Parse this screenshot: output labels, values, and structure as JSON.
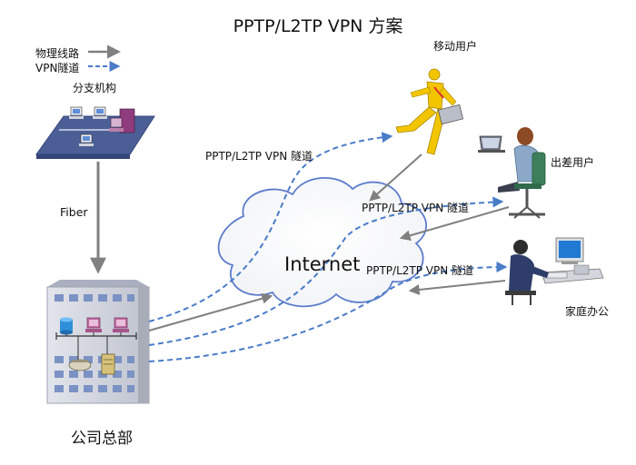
{
  "title": "PPTP/L2TP VPN 方案",
  "legend": {
    "physical_line": "物理线路",
    "vpn_tunnel": "VPN隧道"
  },
  "nodes": {
    "branch": "分支机构",
    "mobile_user": "移动用户",
    "business_traveler": "出差用户",
    "home_office": "家庭办公",
    "headquarters": "公司总部",
    "internet": "Internet"
  },
  "links": {
    "fiber": "Fiber",
    "tunnel_mobile": "PPTP/L2TP VPN 隧道",
    "tunnel_traveler": "PPTP/L2TP VPN 隧道",
    "tunnel_home": "PPTP/L2TP VPN 隧道"
  },
  "colors": {
    "physical_line": "#808080",
    "vpn_tunnel": "#4a7cc8",
    "branch_platform": "#4b5f96",
    "building": "#c9ccd6",
    "mobile_user_figure": "#f2c500"
  }
}
